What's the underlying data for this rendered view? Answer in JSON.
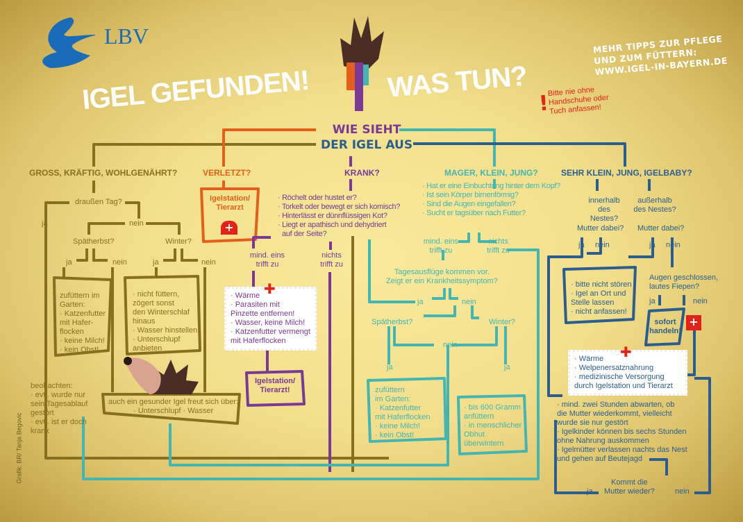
{
  "logo": {
    "text": "LBV"
  },
  "title": {
    "part1": "IGEL GEFUNDEN!",
    "part2": "WAS TUN?"
  },
  "tips": {
    "line1": "MEHR TIPPS ZUR PFLEGE",
    "line2": "UND ZUM FÜTTERN:",
    "line3": "WWW.IGEL-IN-BAYERN.DE"
  },
  "warning": {
    "line1": "Bitte nie ohne",
    "line2": "Handschuhe oder",
    "line3": "Tuch anfassen!"
  },
  "center": {
    "line1": "WIE SIEHT",
    "line2": "DER IGEL AUS"
  },
  "colors": {
    "olive": "#86701f",
    "orange": "#e35f1b",
    "purple": "#7a3995",
    "teal": "#44b5b0",
    "blue": "#2b5e8e",
    "red": "#e2231a"
  },
  "gross": {
    "heading": "GROSS, KRÄFTIG, WOHLGENÄHRT?",
    "q1": "draußen Tag?",
    "ja": "ja",
    "nein": "nein",
    "spaet": "Spätherbst?",
    "winter": "Winter?",
    "box1": [
      "zufüttern im",
      "Garten:",
      "· Katzenfutter",
      "  mit Hafer-",
      "  flocken",
      "· keine Milch!",
      "· kein Obst!"
    ],
    "box2": [
      "· nicht füttern,",
      "  zögert sonst",
      "  den Winterschlaf",
      "  hinaus",
      "· Wasser hinstellen",
      "· Unterschlupf",
      "  anbieten"
    ],
    "observe": [
      "beobachten:",
      "· evtl. wurde nur",
      "  sein Tagesablauf",
      "  gestört",
      "· evtl. ist er doch",
      "  krank"
    ],
    "healthy": [
      "auch ein gesunder Igel freut sich über:",
      "· Unterschlupf · Wasser"
    ]
  },
  "verletzt": {
    "heading": "VERLETZT?",
    "box": "Igelstation/ Tierarzt"
  },
  "krank": {
    "heading": "KRANK?",
    "questions": [
      "· Röchelt oder hustet er?",
      "· Torkelt oder bewegt er sich komisch?",
      "· Hinterlässt er dünnflüssigen Kot?",
      "· Liegt er apathisch und dehydriert",
      "  auf der Seite?"
    ],
    "mind": "mind. eins trifft zu",
    "nichts": "nichts trifft zu",
    "care": [
      "· Wärme",
      "· Parasiten mit",
      "  Pinzette entfernen!",
      "· Wasser, keine Milch!",
      "· Katzenfutter vermengt",
      "  mit Haferflocken"
    ],
    "station": "Igelstation/ Tierarzt!"
  },
  "mager": {
    "heading": "MAGER, KLEIN, JUNG?",
    "questions": [
      "· Hat er eine Einbuchtung hinter dem Kopf?",
      "· Ist sein Körper birnenförmig?",
      "· Sind die Augen eingefallen?",
      "· Sucht er tagsüber nach Futter?"
    ],
    "mind": "mind. eins trifft zu",
    "nichts": "nichts trifft zu",
    "q2": [
      "Tagesausflüge kommen vor.",
      "Zeigt er ein Krankheitssymptom?"
    ],
    "ja": "ja",
    "nein": "nein",
    "spaet": "Spätherbst?",
    "winter": "Winter?",
    "box1": [
      "zufüttern",
      "im Garten:",
      "· Katzenfutter",
      "  mit Haferflocken",
      "· keine Milch!",
      "· kein Obst!"
    ],
    "box2": [
      "· bis 600 Gramm",
      "  anfüttern",
      "· in menschlicher",
      "  Obhut",
      "  überwintern"
    ]
  },
  "baby": {
    "heading": "SEHR KLEIN, JUNG, IGELBABY?",
    "inner": "innerhalb des Nestes?",
    "outer": "außerhalb des Nestes?",
    "mother": "Mutter dabei?",
    "ja": "ja",
    "nein": "nein",
    "leave": [
      "· bitte nicht stören",
      "· Igel an Ort und",
      "  Stelle lassen",
      "· nicht anfassen!"
    ],
    "eyes": [
      "Augen geschlossen,",
      "lautes Fiepen?"
    ],
    "act": "sofort handeln!",
    "care": [
      "· Wärme",
      "· Welpenersatznahrung",
      "· medizinische Versorgung",
      "  durch Igelstation und Tierarzt"
    ],
    "wait": [
      "· mind. zwei Stunden abwarten, ob",
      "  die Mutter wiederkommt, vielleicht",
      "  wurde sie nur gestört",
      "· Igelkinder können bis sechs Stunden",
      "  ohne Nahrung auskommen",
      "· Igelmütter verlassen nachts das Nest",
      "  und gehen auf Beutejagd"
    ],
    "back": [
      "Kommt die",
      "Mutter wieder?"
    ]
  },
  "credit": "Grafik: BR/ Tanja Begovic"
}
